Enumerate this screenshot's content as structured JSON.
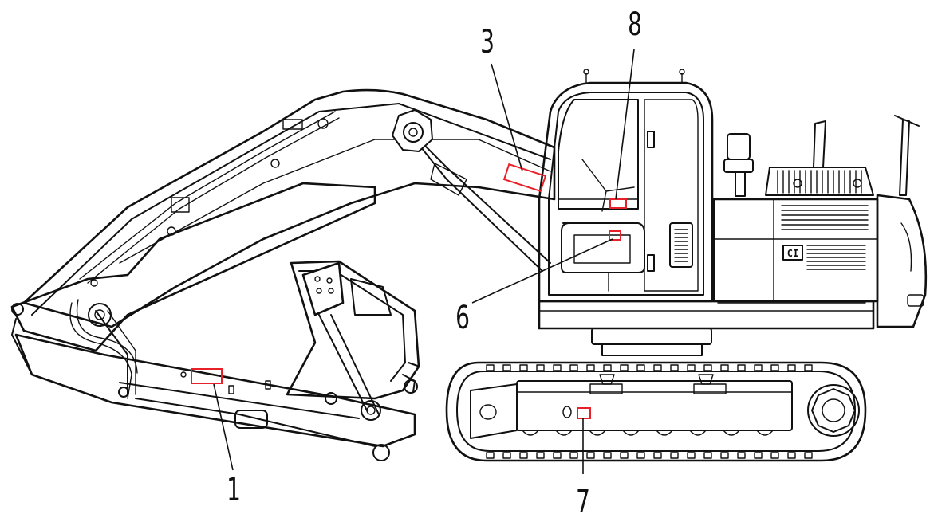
{
  "callouts": [
    {
      "id": "1",
      "label": "1"
    },
    {
      "id": "3",
      "label": "3"
    },
    {
      "id": "6",
      "label": "6"
    },
    {
      "id": "7",
      "label": "7"
    },
    {
      "id": "8",
      "label": "8"
    }
  ],
  "machine_nameplate": "CI",
  "colors": {
    "line": "#111111",
    "highlight": "#e8202a",
    "background": "#ffffff"
  }
}
